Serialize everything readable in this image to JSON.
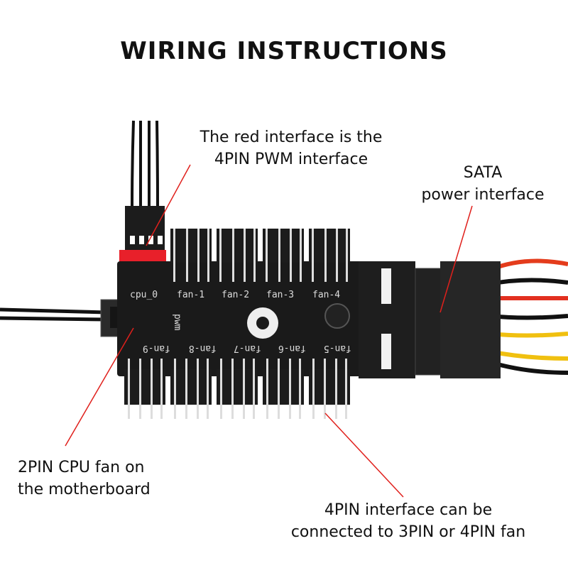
{
  "title": "WIRING INSTRUCTIONS",
  "annotations": {
    "pwm": [
      "The red interface is the",
      "4PIN PWM interface"
    ],
    "sata": [
      "SATA",
      "power interface"
    ],
    "cpu": [
      "2PIN CPU fan on",
      "the motherboard"
    ],
    "fan4pin": [
      "4PIN interface can be",
      "connected to 3PIN or 4PIN fan"
    ]
  },
  "board_labels": {
    "top": [
      "cpu_0",
      "fan-1",
      "fan-2",
      "fan-3",
      "fan-4"
    ],
    "bottom": [
      "fan-9",
      "fan-8",
      "fan-7",
      "fan-6",
      "fan-5"
    ],
    "pwm": "pwm"
  },
  "colors": {
    "pointer_line": "#e0201c",
    "pwm_header": "#e8202a",
    "board": "#1a1a1a"
  }
}
